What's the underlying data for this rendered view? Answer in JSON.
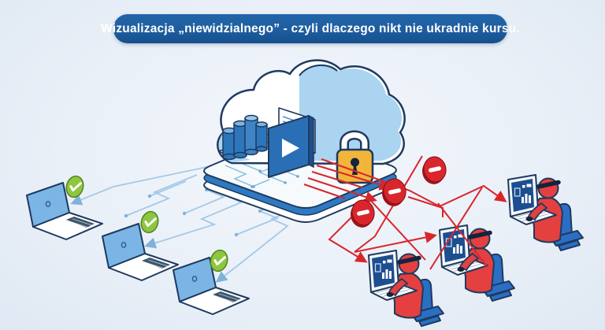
{
  "title": {
    "text": "Wizualizacja „niewidzialnego” - czyli dlaczego nikt nie ukradnie kursu."
  },
  "scene": {
    "center_platform": {
      "icons": [
        "cloud-icon",
        "video-player-icon",
        "play-triangle-icon",
        "documents-icon",
        "server-cylinders-icon",
        "padlock-icon"
      ]
    },
    "authorized_side": {
      "laptop_count": 3,
      "badge_icon": "green-check-badge",
      "connection_style": "blue-circuit-traces-with-arrows"
    },
    "blocked_side": {
      "hacker_count": 3,
      "prohibition_sign_count": 3,
      "badge_icon": "no-entry-sign",
      "connection_style": "red-zigzag-arrows"
    }
  },
  "colors": {
    "background": "#eaf0f8",
    "banner_blue": "#1d5c9e",
    "banner_text": "#ffffff",
    "outline_navy": "#1e3a5f",
    "cloud_blue": "#aad4f0",
    "platform_edge_blue": "#2e7ac2",
    "trace_blue": "#a4c9e8",
    "lock_gold": "#f2b53c",
    "check_green": "#8dc63f",
    "blocked_red": "#d8262c",
    "hacker_red": "#e4403f",
    "chair_blue": "#2b6fc4",
    "screen_navy": "#1d4e8f"
  }
}
